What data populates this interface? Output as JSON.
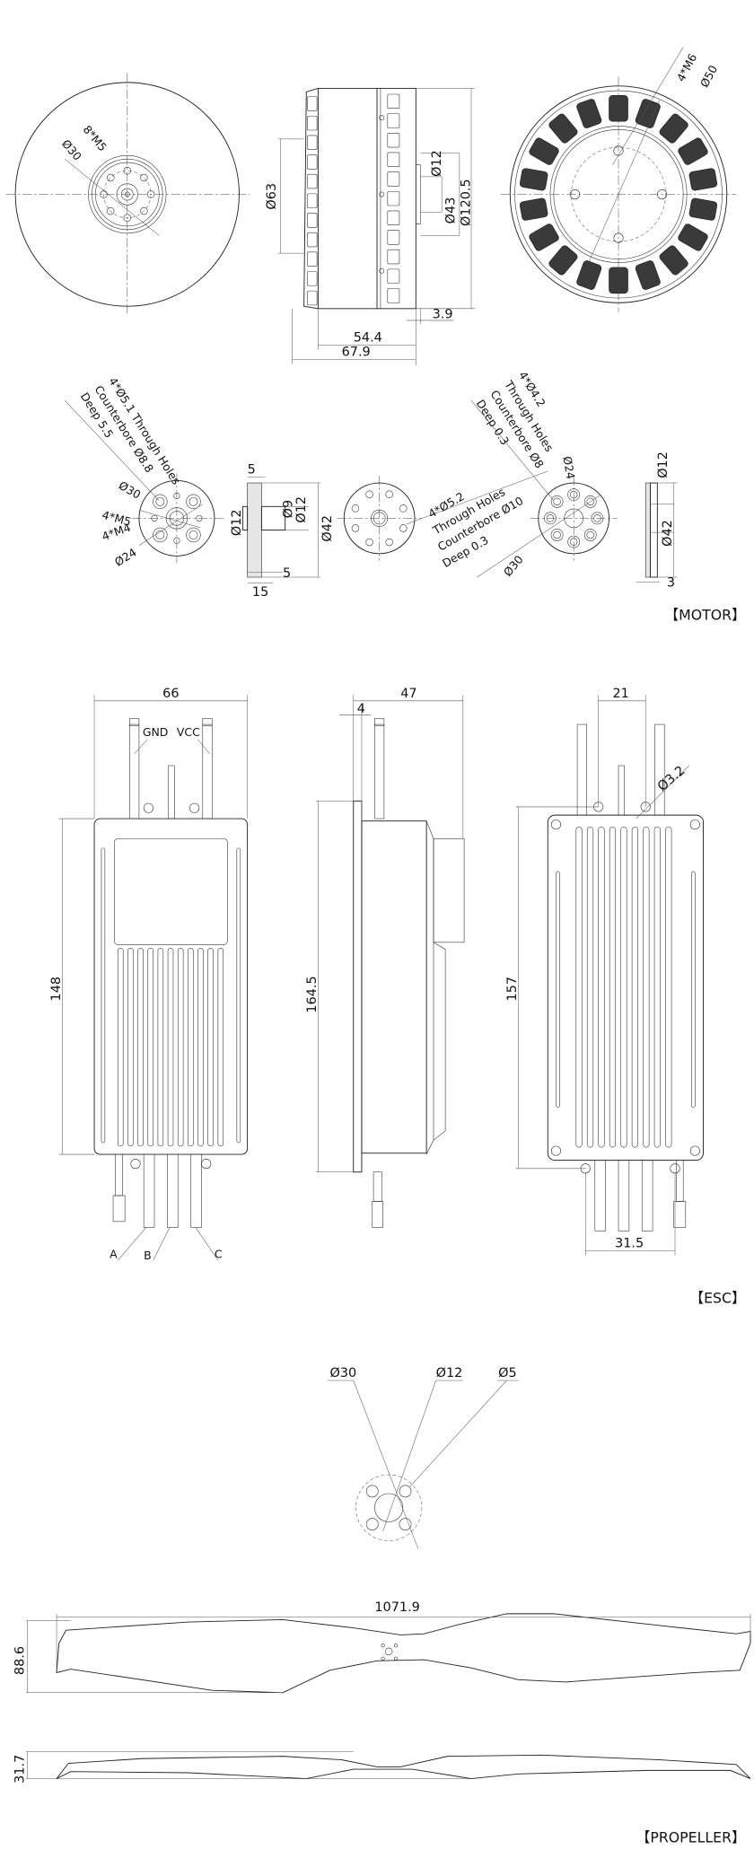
{
  "motor": {
    "section_label": "【MOTOR】",
    "front": {
      "bolts": "8*M5",
      "pcd": "Ø30"
    },
    "side": {
      "d63": "Ø63",
      "d12": "Ø12",
      "d43": "Ø43",
      "d120": "Ø120.5",
      "l39": "3.9",
      "l544": "54.4",
      "l679": "67.9"
    },
    "back": {
      "bolts": "4*M6",
      "pcd": "Ø50"
    },
    "adapter1": {
      "note": [
        "4*Ø5.1 Through Holes",
        "Counterbore Ø8.8",
        "Deep 5.5"
      ],
      "d30": "Ø30",
      "m5": "4*M5",
      "m4": "4*M4",
      "d24": "Ø24"
    },
    "adapter1_side": {
      "t5a": "5",
      "d9": "Ø9",
      "d12a": "Ø12",
      "d12b": "Ø12",
      "d42": "Ø42",
      "t5b": "5",
      "l15": "15"
    },
    "adapter2": {
      "note": [
        "4*Ø5.2",
        "Through Holes",
        "Counterbore  Ø10",
        "Deep 0.3"
      ]
    },
    "adapter3": {
      "note": [
        "4*Ø4.2",
        "Through Holes",
        "Counterbore  Ø8",
        "Deep 0.3"
      ],
      "d24": "Ø24",
      "d30": "Ø30"
    },
    "adapter3_side": {
      "d12": "Ø12",
      "d42": "Ø42",
      "t3": "3"
    }
  },
  "esc": {
    "section_label": "【ESC】",
    "front": {
      "width": "66",
      "height": "148",
      "gnd": "GND",
      "vcc": "VCC",
      "phase_a": "A",
      "phase_b": "B",
      "phase_c": "C"
    },
    "side": {
      "depth": "47",
      "plate": "4",
      "height": "164.5"
    },
    "back": {
      "hole_spacing": "21",
      "hole_dia": "Ø3.2",
      "height": "157",
      "bottom_spacing": "31.5"
    }
  },
  "propeller": {
    "section_label": "【PROPELLER】",
    "hub": {
      "d30": "Ø30",
      "d12": "Ø12",
      "d5": "Ø5"
    },
    "length": "1071.9",
    "chord": "88.6",
    "thickness": "31.7"
  }
}
